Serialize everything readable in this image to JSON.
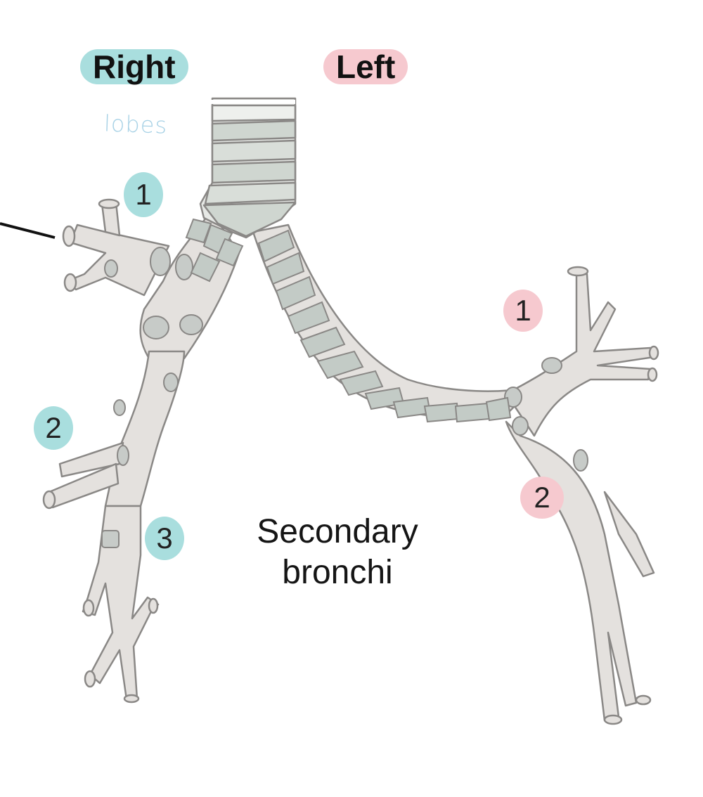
{
  "headers": {
    "right": "Right",
    "left": "Left"
  },
  "annotation": {
    "lobes": "lobes"
  },
  "right_lobes": [
    "1",
    "2",
    "3"
  ],
  "left_lobes": [
    "1",
    "2"
  ],
  "caption": {
    "line1": "Secondary",
    "line2": "bronchi"
  },
  "colors": {
    "right_highlight": "#a9dede",
    "left_highlight": "#f6c9cf",
    "bronchi_fill": "#e4e1de",
    "bronchi_stroke": "#8a8886",
    "cartilage": "#c7cdc9",
    "lobes_note": "#a8d2e6"
  }
}
